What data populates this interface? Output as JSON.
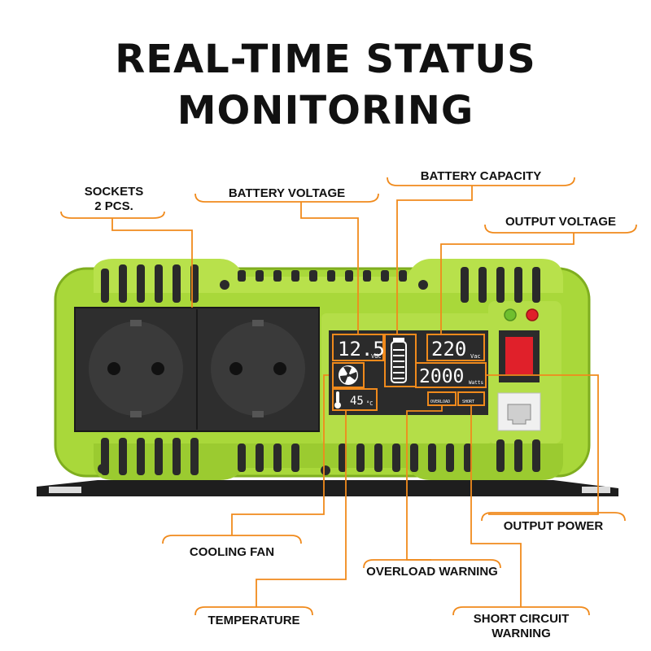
{
  "title": {
    "line1": "REAL-TIME STATUS",
    "line2": "MONITORING"
  },
  "labels": {
    "sockets": "SOCKETS",
    "sockets_count": "2 PCS.",
    "battery_voltage": "BATTERY VOLTAGE",
    "battery_capacity": "BATTERY CAPACITY",
    "output_voltage": "OUTPUT VOLTAGE",
    "output_power": "OUTPUT POWER",
    "cooling_fan": "COOLING FAN",
    "overload_warning": "OVERLOAD WARNING",
    "temperature": "TEMPERATURE",
    "short_circuit_line1": "SHORT CIRCUIT",
    "short_circuit_line2": "WARNING"
  },
  "display": {
    "battery_voltage_value": "12.5",
    "battery_voltage_unit": "Vdc",
    "output_voltage_value": "220",
    "output_voltage_unit": "Vac",
    "output_power_value": "2000",
    "output_power_unit": "Watts",
    "temperature_value": "45",
    "temperature_unit": "°C",
    "overload_text": "OVERLOAD",
    "short_text": "SHORT"
  },
  "colors": {
    "accent_orange": "#f08a1c",
    "body_green": "#a9d83a",
    "body_green_dark": "#7fae1f",
    "panel_dark": "#2b2b2b",
    "switch_red": "#e0202a"
  },
  "icons": [
    "fan-icon",
    "thermometer-icon",
    "battery-icon",
    "socket-icon",
    "power-switch-icon",
    "rj45-port-icon"
  ]
}
